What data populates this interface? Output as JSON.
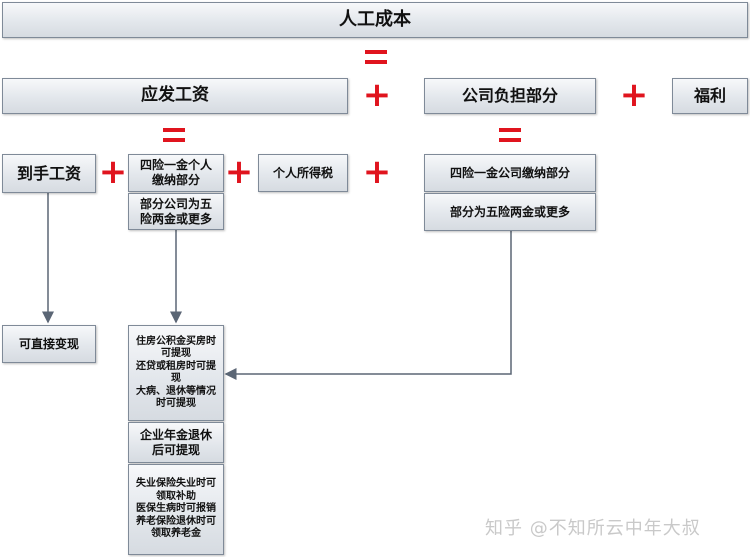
{
  "labor_cost": "人工成本",
  "gross_pay": "应发工资",
  "company_portion": "公司负担部分",
  "welfare": "福利",
  "take_home_pay": "到手工资",
  "personal_insurance": "四险一金个人缴纳部分",
  "personal_income_tax": "个人所得税",
  "company_insurance": "四险一金公司缴纳部分",
  "company_five_two": "部分公司为五险两金或更多",
  "five_two_or_more": "部分为五险两金或更多",
  "direct_cash": "可直接变现",
  "housing_fund_note": "住房公积金买房时可提现\n还贷或租房时可提现\n大病、退休等情况时可提现",
  "enterprise_annuity": "企业年金退休后可提现",
  "insurance_notes": "失业保险失业时可领取补助\n医保生病时可报销\n养老保险退休时可领取养老金",
  "watermark": "知乎 @不知所云中年大叔",
  "colors": {
    "operator": "#e0141e",
    "connector": "#5b6675"
  }
}
